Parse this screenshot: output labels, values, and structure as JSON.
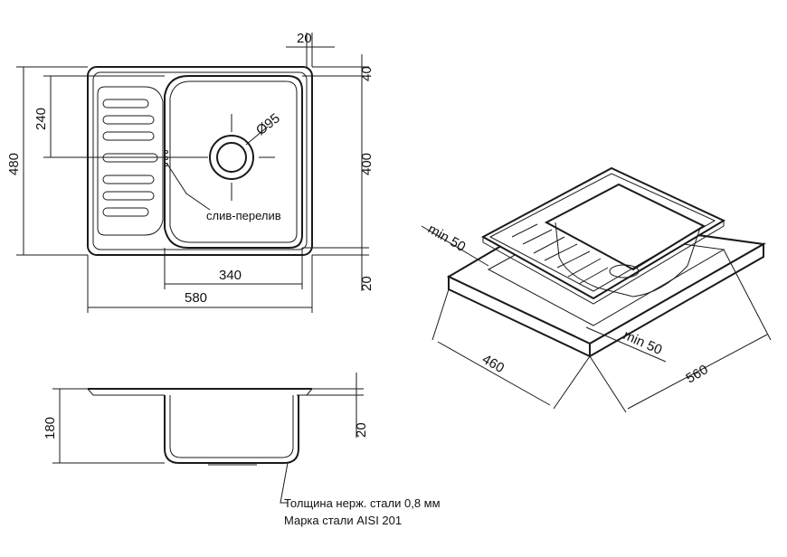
{
  "dimensions": {
    "width_overall": "580",
    "bowl_width": "340",
    "flange_top": "20",
    "right_top": "40",
    "bowl_depth_plan": "400",
    "bottom_right": "20",
    "drain_offset": "240",
    "overall_height": "480",
    "drain_diameter": "Ø95",
    "depth": "180",
    "rim_height": "20",
    "cutout_min_left": "min 50",
    "cutout_min_right": "min 50",
    "cutout_width": "460",
    "cutout_length": "560"
  },
  "labels": {
    "drain_overflow": "слив-перелив",
    "steel_thickness": "Толщина нерж. стали 0,8 мм",
    "steel_grade": "Марка стали AISI 201"
  }
}
